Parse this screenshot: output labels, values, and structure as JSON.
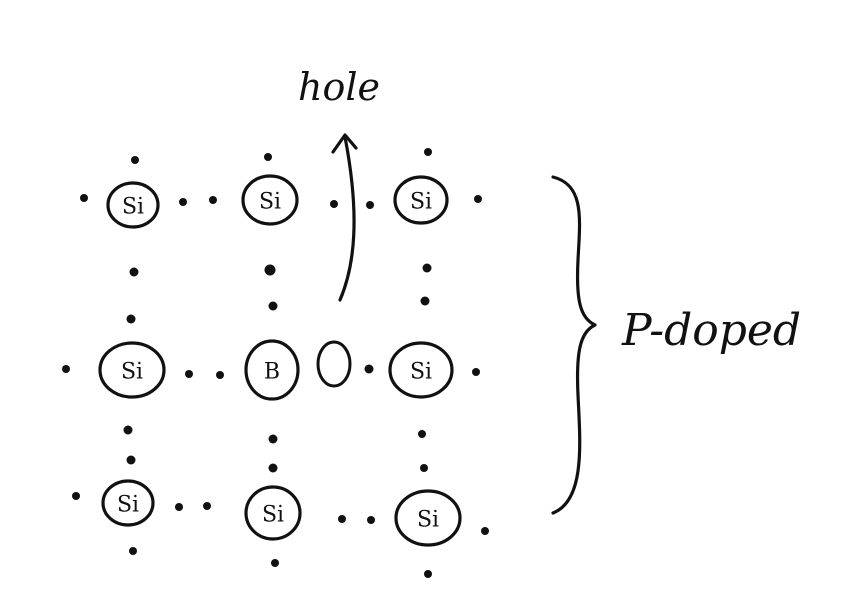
{
  "lattice": {
    "atoms": [
      {
        "label": "Si"
      },
      {
        "label": "Si"
      },
      {
        "label": "Si"
      },
      {
        "label": "Si"
      },
      {
        "label": "B"
      },
      {
        "label": "Si"
      },
      {
        "label": "Si"
      },
      {
        "label": "Si"
      },
      {
        "label": "Si"
      }
    ]
  },
  "annotations": {
    "hole_label": "hole",
    "region_label": "P-doped"
  }
}
